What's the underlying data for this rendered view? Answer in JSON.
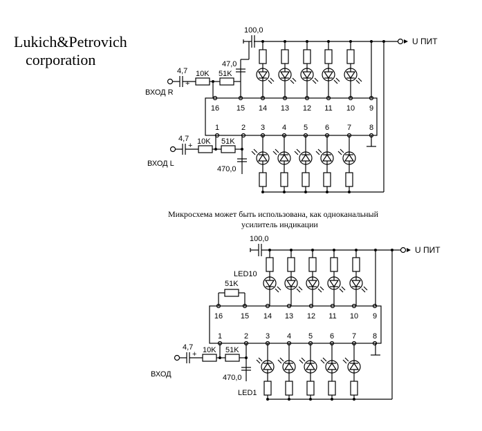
{
  "brand": {
    "line1": "Lukich&Petrovich",
    "line2": "corporation"
  },
  "supply_label": "U ПИТ",
  "note": {
    "line1": "Микросхема может быть использована, как одноканальный",
    "line2": "усилитель индикации"
  },
  "top": {
    "cap_supply": "100,0",
    "cap_in_r": "4,7",
    "res_r1": "10K",
    "res_r2": "51K",
    "cap_r": "47,0",
    "cap_in_l": "4,7",
    "res_l1": "10K",
    "res_l2": "51K",
    "cap_l": "470,0",
    "input_r": "ВХОД R",
    "input_l": "ВХОД L",
    "pins_top": [
      "16",
      "15",
      "14",
      "13",
      "12",
      "11",
      "10",
      "9"
    ],
    "pins_bottom": [
      "1",
      "2",
      "3",
      "4",
      "5",
      "6",
      "7",
      "8"
    ]
  },
  "bottom": {
    "cap_supply": "100,0",
    "cap_in": "4,7",
    "res_1": "10K",
    "res_2": "51K",
    "res_fb": "51K",
    "cap": "470,0",
    "led10": "LED10",
    "led1": "LED1",
    "input": "ВХОД",
    "pins_top": [
      "16",
      "15",
      "14",
      "13",
      "12",
      "11",
      "10",
      "9"
    ],
    "pins_bottom": [
      "1",
      "2",
      "3",
      "4",
      "5",
      "6",
      "7",
      "8"
    ]
  }
}
